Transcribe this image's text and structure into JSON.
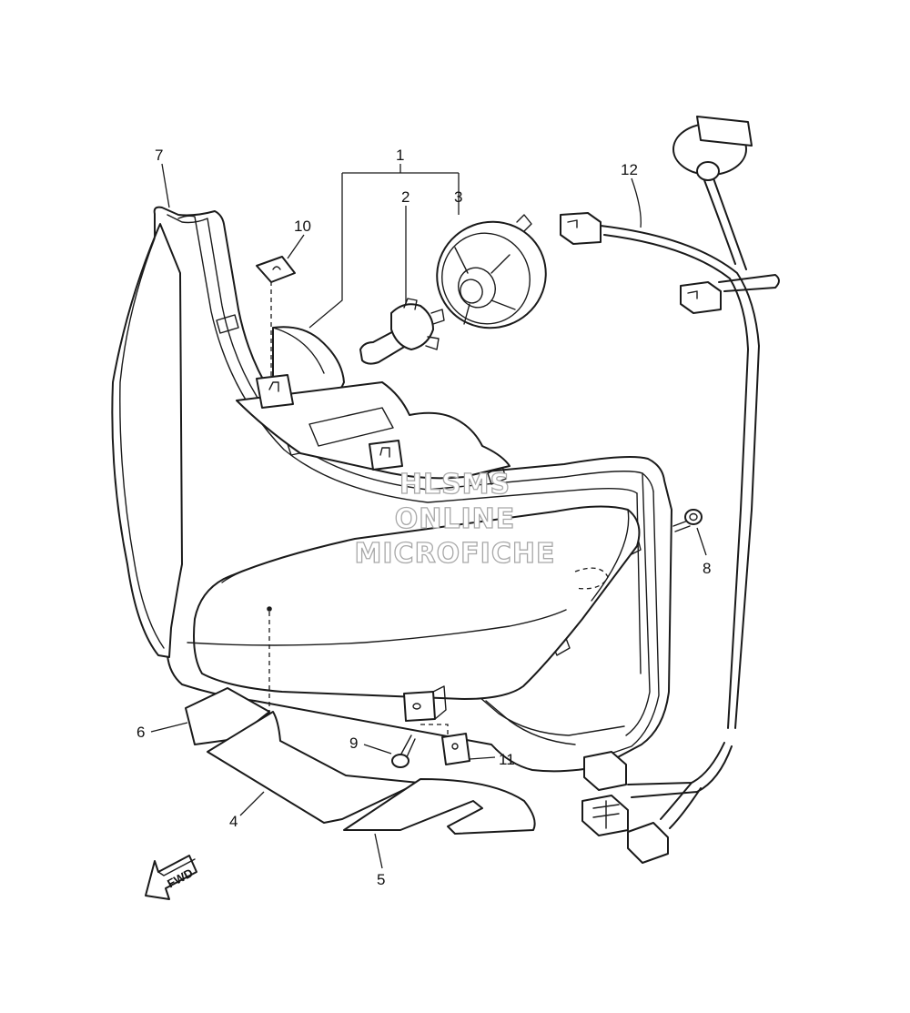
{
  "diagram": {
    "callouts": [
      {
        "id": "1",
        "label": "1"
      },
      {
        "id": "2",
        "label": "2"
      },
      {
        "id": "3",
        "label": "3"
      },
      {
        "id": "4",
        "label": "4"
      },
      {
        "id": "5",
        "label": "5"
      },
      {
        "id": "6",
        "label": "6"
      },
      {
        "id": "7",
        "label": "7"
      },
      {
        "id": "8",
        "label": "8"
      },
      {
        "id": "9",
        "label": "9"
      },
      {
        "id": "10",
        "label": "10"
      },
      {
        "id": "11",
        "label": "11"
      },
      {
        "id": "12",
        "label": "12"
      }
    ],
    "watermark": [
      "HLSMS",
      "ONLINE",
      "MICROFICHE"
    ],
    "direction_arrow": "FWD",
    "colors": {
      "line": "#1a1a1a",
      "watermark": "#a8a8a8",
      "background": "#ffffff"
    }
  }
}
